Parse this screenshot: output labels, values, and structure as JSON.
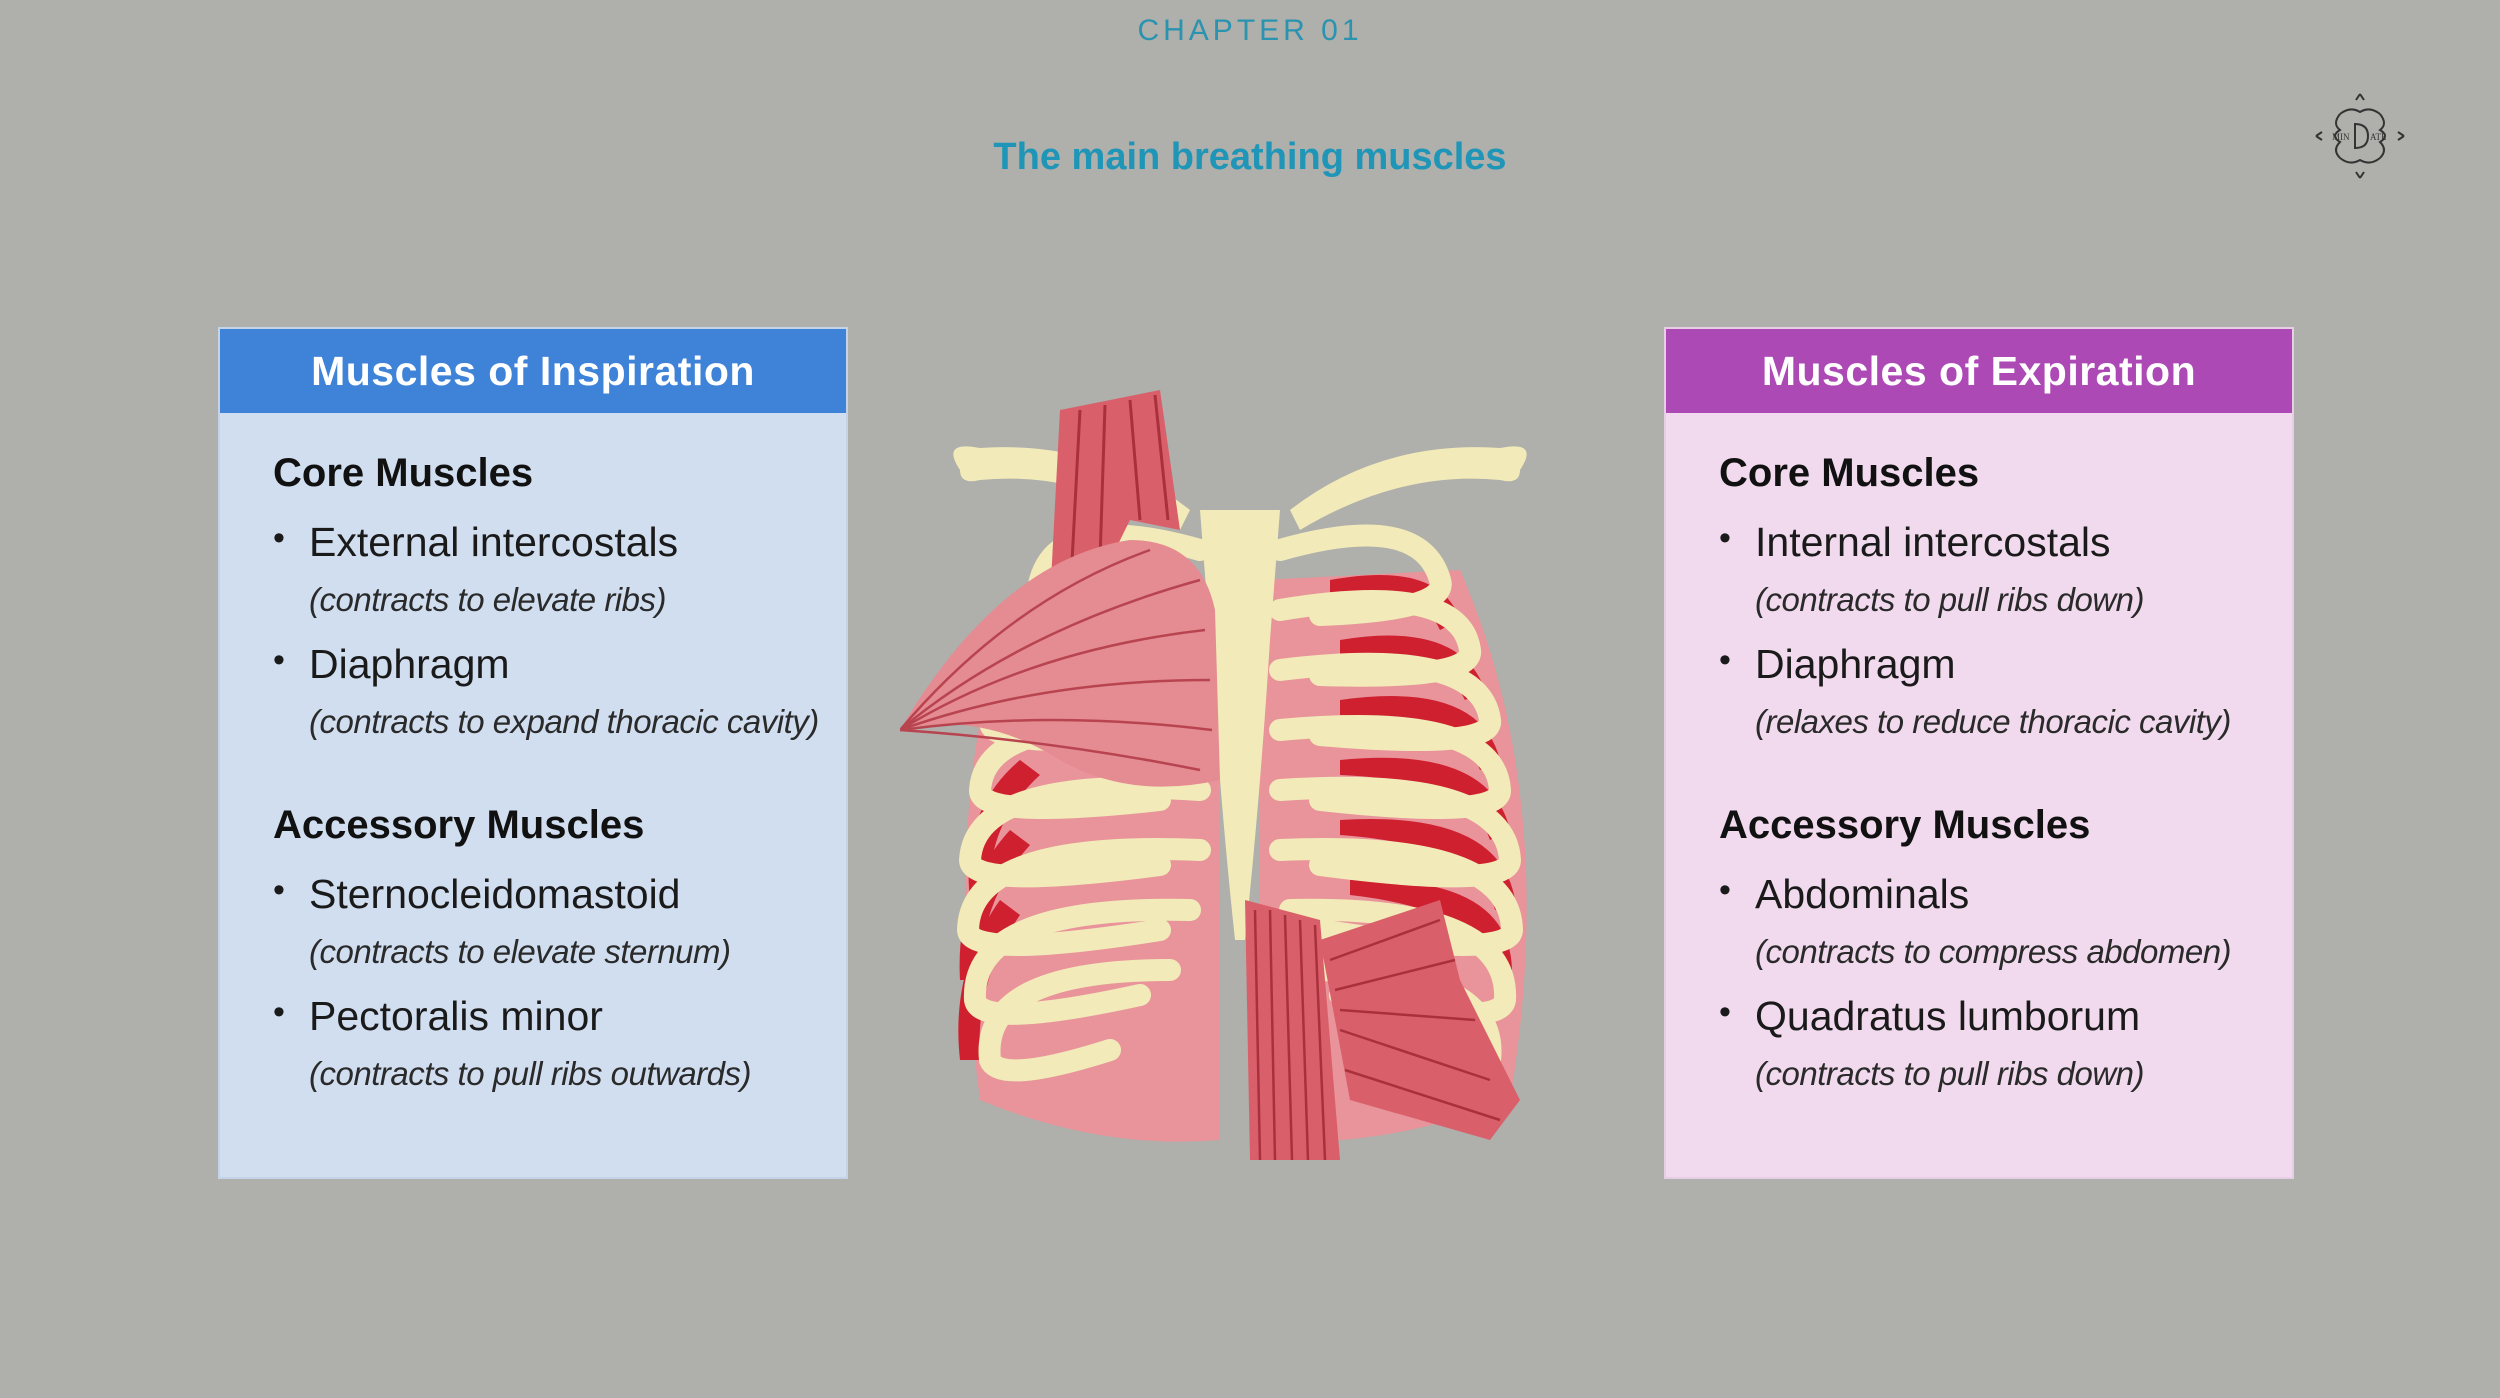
{
  "header": {
    "chapter": "CHAPTER 01",
    "title": "The main breathing muscles"
  },
  "logo": {
    "icon": "mindate-logo-icon"
  },
  "inspiration": {
    "title": "Muscles of Inspiration",
    "color": "#3e83d8",
    "core_title": "Core Muscles",
    "core": [
      {
        "name": "External intercostals",
        "note": "(contracts to elevate ribs)"
      },
      {
        "name": "Diaphragm",
        "note": "(contracts to expand thoracic cavity)"
      }
    ],
    "accessory_title": "Accessory Muscles",
    "accessory": [
      {
        "name": "Sternocleidomastoid",
        "note": "(contracts to elevate sternum)"
      },
      {
        "name": "Pectoralis minor",
        "note": "(contracts to pull ribs outwards)"
      }
    ]
  },
  "expiration": {
    "title": "Muscles of Expiration",
    "color": "#ac49b5",
    "core_title": "Core Muscles",
    "core": [
      {
        "name": "Internal intercostals",
        "note": "(contracts to pull ribs down)"
      },
      {
        "name": "Diaphragm",
        "note": "(relaxes to reduce thoracic cavity)"
      }
    ],
    "accessory_title": "Accessory Muscles",
    "accessory": [
      {
        "name": "Abdominals",
        "note": "(contracts to compress abdomen)"
      },
      {
        "name": "Quadratus lumborum",
        "note": "(contracts to pull ribs down)"
      }
    ]
  },
  "diagram": {
    "icon": "ribcage-illustration-icon"
  }
}
